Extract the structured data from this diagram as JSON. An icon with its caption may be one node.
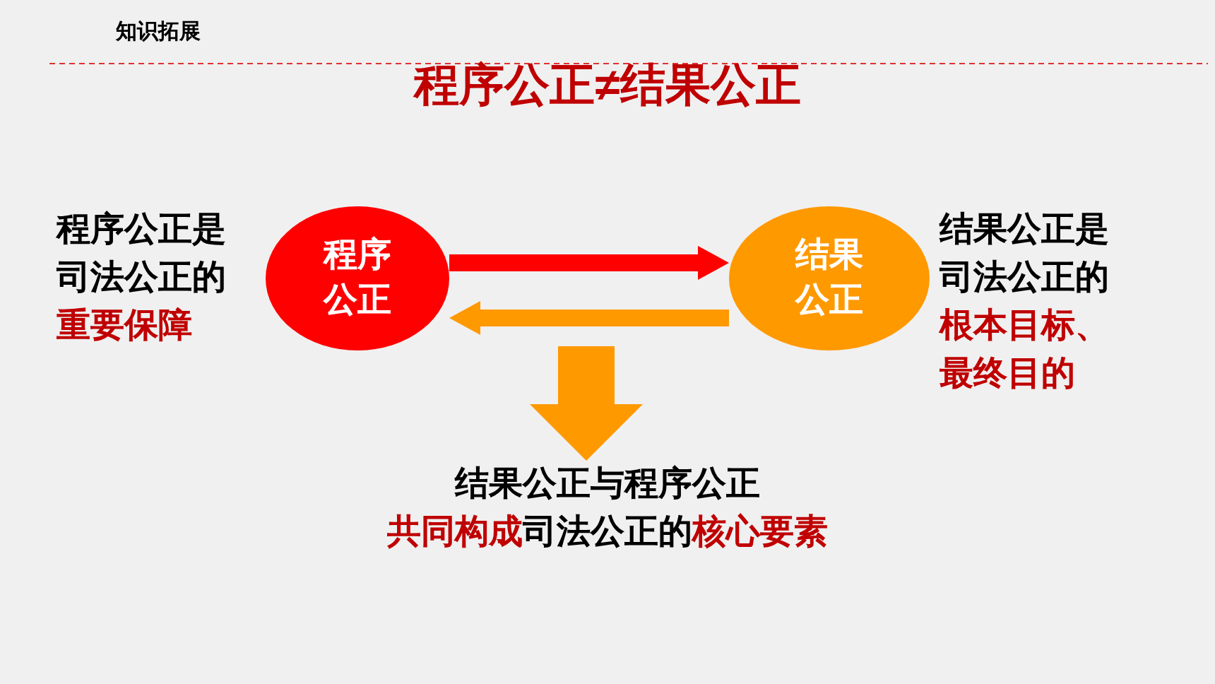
{
  "diagram": {
    "title": "程序公正≠结果公正",
    "nodes": [
      {
        "text": [
          "程序公正"
        ],
        "beside": [
          "程序公正是司法公正的",
          "重要保障"
        ]
      },
      {
        "text": [
          "结果公正"
        ],
        "beside": [
          "结果公正是司法公正的",
          "根本目标、最终目的"
        ]
      },
      {
        "text": [
          "结果公正与程序公正",
          "共同构成",
          "司法公正的",
          "核心要素"
        ]
      }
    ],
    "edges": [
      {
        "from": 0,
        "to": 1,
        "arrow": "to",
        "color": "#ff0000"
      },
      {
        "from": 1,
        "to": 0,
        "arrow": "to"
      },
      {
        "from": null,
        "to": 2,
        "arrow": "to",
        "style": "thick",
        "color": "#ff9900"
      }
    ],
    "labels": [
      "知识拓展"
    ]
  }
}
